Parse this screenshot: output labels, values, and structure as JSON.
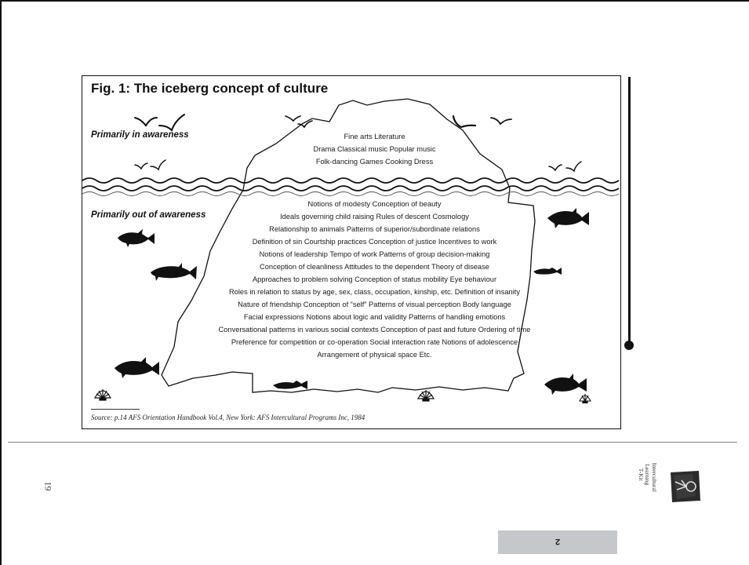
{
  "figure": {
    "title": "Fig. 1: The iceberg concept of culture",
    "label_above": "Primarily in awareness",
    "label_below": "Primarily out of awareness",
    "above_lines": [
      "Fine arts   Literature",
      "Drama   Classical music   Popular music",
      "Folk-dancing   Games   Cooking   Dress"
    ],
    "below_lines": [
      "Notions of modesty   Conception of beauty",
      "Ideals governing child raising   Rules of descent   Cosmology",
      "Relationship to animals   Patterns of superior/subordinate relations",
      "Definition of sin   Courtship practices   Conception of justice   Incentives to work",
      "Notions of leadership   Tempo of work   Patterns of group decision-making",
      "Conception of cleanliness   Attitudes to the dependent   Theory of disease",
      "Approaches to problem solving   Conception of status mobility   Eye behaviour",
      "Roles in relation to status by age, sex, class, occupation, kinship, etc.   Definition of insanity",
      "Nature of friendship   Conception of “self”   Patterns of visual perception   Body language",
      "Facial expressions   Notions about logic and validity   Patterns of handling emotions",
      "Conversational patterns in various social contexts   Conception of past and future   Ordering of time",
      "Preference for competition or co-operation   Social interaction rate   Notions of adolescence",
      "Arrangement of physical space   Etc."
    ],
    "source": "Source: p.14 AFS Orientation Handbook Vol.4, New York: AFS Intercultural Programs Inc, 1984",
    "icons": [
      "bird-icon",
      "fish-icon",
      "shell-icon"
    ]
  },
  "page": {
    "number": "19",
    "series_title": "Intercultural Learning T-Kit",
    "tab_label": "2"
  }
}
